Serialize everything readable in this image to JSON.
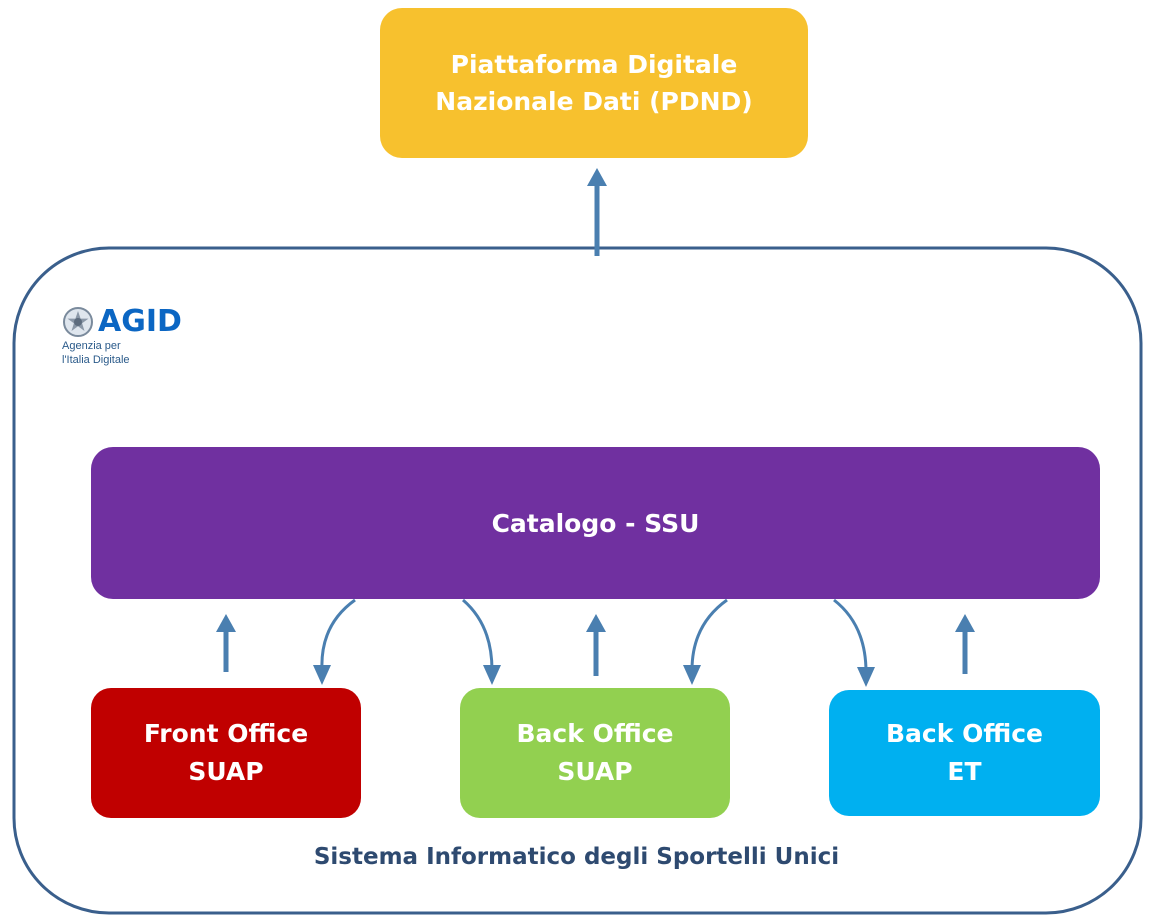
{
  "logo": {
    "title": "AGID",
    "subtitle_line1": "Agenzia per",
    "subtitle_line2": "l'Italia Digitale"
  },
  "nodes": {
    "pdnd": {
      "line1": "Piattaforma Digitale",
      "line2": "Nazionale Dati (PDND)",
      "color": "#f7c12e"
    },
    "catalogo": {
      "label": "Catalogo - SSU",
      "color": "#7030a0"
    },
    "front_office_suap": {
      "line1": "Front Office",
      "line2": "SUAP",
      "color": "#c00000"
    },
    "back_office_suap": {
      "line1": "Back Office",
      "line2": "SUAP",
      "color": "#92d050"
    },
    "back_office_et": {
      "line1": "Back Office",
      "line2": "ET",
      "color": "#00b0f0"
    }
  },
  "system": {
    "label": "Sistema Informatico degli Sportelli Unici",
    "border_color": "#3a5f8c"
  },
  "arrow_color": "#4a7fb0"
}
